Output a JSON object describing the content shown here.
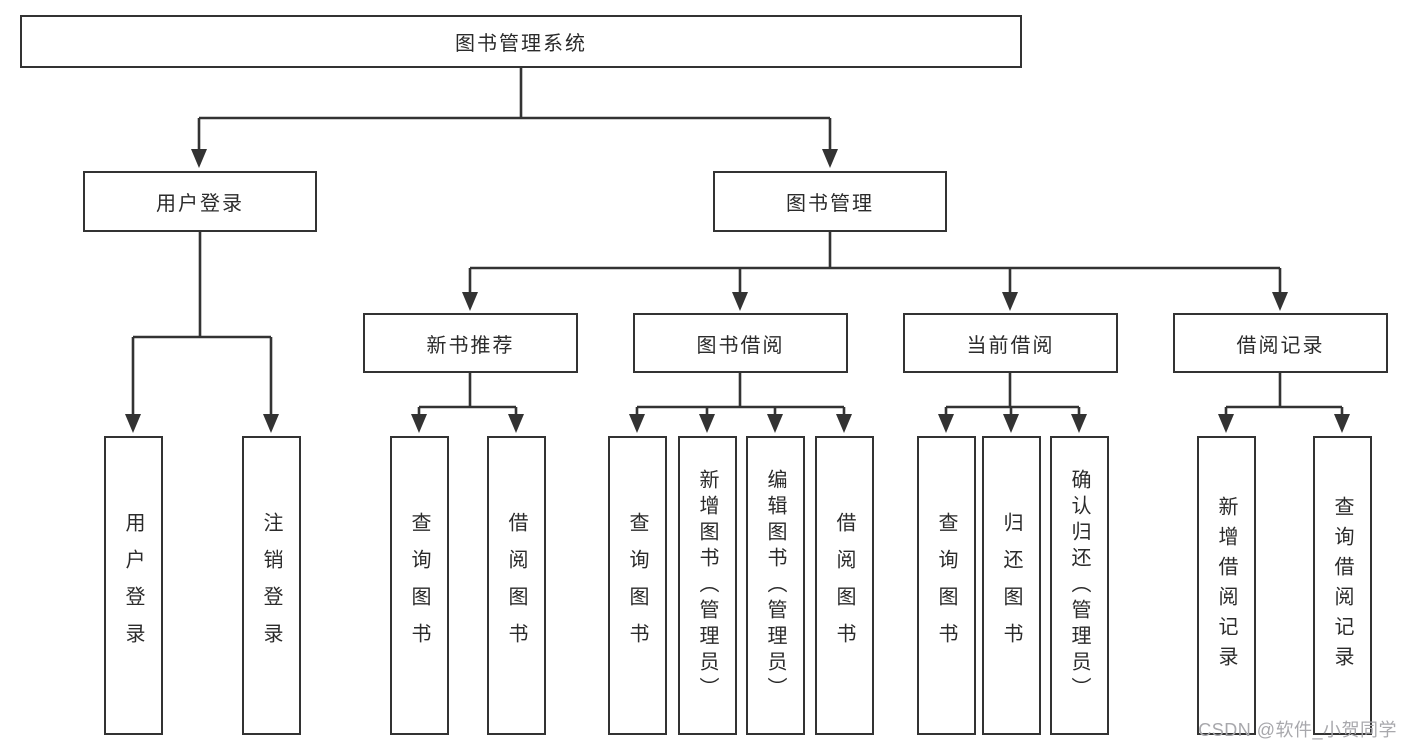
{
  "tree": {
    "root": {
      "label": "图书管理系统",
      "children": [
        {
          "label": "用户登录",
          "children": [
            {
              "label": "用户登录"
            },
            {
              "label": "注销登录"
            }
          ]
        },
        {
          "label": "图书管理",
          "children": [
            {
              "label": "新书推荐",
              "children": [
                {
                  "label": "查询图书"
                },
                {
                  "label": "借阅图书"
                }
              ]
            },
            {
              "label": "图书借阅",
              "children": [
                {
                  "label": "查询图书"
                },
                {
                  "label": "新增图书（管理员）"
                },
                {
                  "label": "编辑图书（管理员）"
                },
                {
                  "label": "借阅图书"
                }
              ]
            },
            {
              "label": "当前借阅",
              "children": [
                {
                  "label": "查询图书"
                },
                {
                  "label": "归还图书"
                },
                {
                  "label": "确认归还（管理员）"
                }
              ]
            },
            {
              "label": "借阅记录",
              "children": [
                {
                  "label": "新增借阅记录"
                },
                {
                  "label": "查询借阅记录"
                }
              ]
            }
          ]
        }
      ]
    }
  },
  "watermark": {
    "text": "CSDN @软件_小贺同学"
  },
  "colors": {
    "line": "#333333",
    "box_border": "#333333",
    "text": "#2b2b2b",
    "background": "#ffffff",
    "watermark": "#a8a8ac"
  }
}
